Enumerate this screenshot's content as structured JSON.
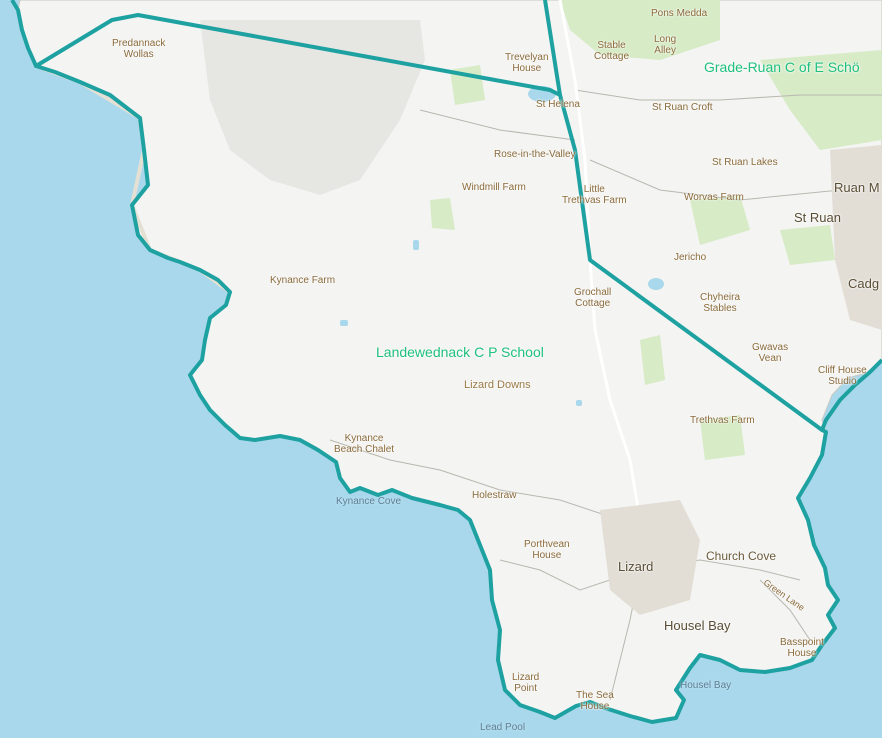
{
  "map": {
    "colors": {
      "sea": "#a9d8ec",
      "land": "#f4f4f2",
      "boundary": "#1ea1a1",
      "school_label": "#1fc07e",
      "place_label": "#8a6a3a",
      "road": "#ffffff",
      "green": "#d6ebc6"
    },
    "schools": {
      "landewednack": "Landewednack C P School",
      "grade_ruan": "Grade-Ruan C of E Schö"
    },
    "places": {
      "predannack_wollas": "Predannack\nWollas",
      "trevelyan_house": "Trevelyan\nHouse",
      "pons_medda": "Pons Medda",
      "stable_cottage": "Stable\nCottage",
      "long_alley": "Long\nAlley",
      "st_helena": "St Helena",
      "st_ruan_croft": "St Ruan Croft",
      "rose_in_the_valley": "Rose-in-the-Valley",
      "st_ruan_lakes": "St Ruan Lakes",
      "windmill_farm": "Windmill Farm",
      "little_trethvas_farm": "Little\nTrethvas Farm",
      "worvas_farm": "Worvas Farm",
      "ruan_m": "Ruan M",
      "st_ruan": "St Ruan",
      "jericho": "Jericho",
      "cadg": "Cadg",
      "kynance_farm": "Kynance Farm",
      "grochall_cottage": "Grochall\nCottage",
      "chyheira_stables": "Chyheira\nStables",
      "gwavas_vean": "Gwavas\nVean",
      "cliff_house_studio": "Cliff House\nStudio",
      "lizard_downs": "Lizard Downs",
      "trethvas_farm": "Trethvas Farm",
      "kynance_beach_chalet": "Kynance\nBeach Chalet",
      "kynance_cove": "Kynance Cove",
      "holestraw": "Holestraw",
      "porthvean_house": "Porthvean\nHouse",
      "lizard": "Lizard",
      "church_cove": "Church Cove",
      "green_lane": "Green Lane",
      "housel_bay": "Housel Bay",
      "bass_point_house": "Basspoint\nHouse",
      "lizard_point": "Lizard\nPoint",
      "the_sea_house": "The Sea\nHouse",
      "housel_bay_sea": "Housel Bay",
      "lead_pool": "Lead Pool"
    }
  }
}
